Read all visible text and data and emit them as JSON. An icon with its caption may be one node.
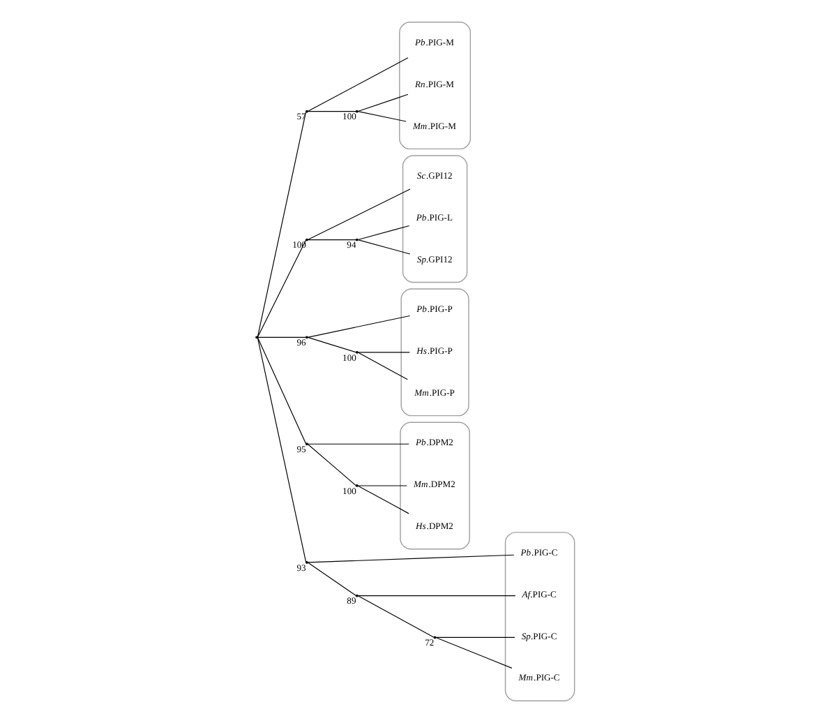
{
  "diagram": {
    "nodes": [
      {
        "text": [],
        "shape": "ellipse"
      },
      {
        "text": [
          "*Pb*.PIG-M"
        ],
        "in": 0
      },
      {
        "text": [
          "*Rn*.PIG-M"
        ],
        "in": 0
      },
      {
        "text": [
          "*Mm*.PIG-M"
        ],
        "in": 0
      },
      {
        "text": [],
        "shape": "ellipse"
      },
      {
        "text": [
          "*Sc*.GPI12"
        ],
        "in": 4
      },
      {
        "text": [
          "*Pb*.PIG-L"
        ],
        "in": 4
      },
      {
        "text": [
          "*Sp*.GPI12"
        ],
        "in": 4
      },
      {
        "text": [],
        "shape": "ellipse"
      },
      {
        "text": [
          "*Hs*.PIG-P"
        ],
        "in": 8
      },
      {
        "text": [
          "*Mm*.PIG-P"
        ],
        "in": 8
      },
      {
        "text": [
          "*Pb*.PIG-P"
        ],
        "in": 8
      },
      {
        "text": [],
        "shape": "ellipse"
      },
      {
        "text": [
          "*Pb*.PIG-C"
        ],
        "in": 12
      },
      {
        "text": [
          "*Af*.PIG-C"
        ],
        "in": 12
      },
      {
        "text": [
          "*Sp*.PIG-C"
        ],
        "in": 12
      },
      {
        "text": [
          "*Mm*.PIG-C"
        ],
        "in": 12
      },
      {
        "text": [],
        "shape": "ellipse"
      },
      {
        "text": [
          "*Mm*.DPM2"
        ],
        "in": 17
      },
      {
        "text": [
          "*Hs*.DPM2"
        ],
        "in": 17
      },
      {
        "text": [
          "*Pb*.DPM2"
        ],
        "in": 17
      },
      {
        "text": [],
        "shape": "point"
      },
      {
        "text": [],
        "shape": "point",
        "beside": [
          "100"
        ]
      },
      {
        "text": [],
        "shape": "point",
        "beside": [
          "57"
        ]
      },
      {
        "text": [],
        "shape": "point",
        "beside": [
          "100"
        ]
      },
      {
        "text": [],
        "shape": "point",
        "beside": [
          "94"
        ]
      },
      {
        "text": [],
        "shape": "point",
        "beside": [
          "100"
        ]
      },
      {
        "text": [],
        "shape": "point",
        "beside": [
          "96"
        ]
      },
      {
        "text": [],
        "shape": "point",
        "beside": [
          "95"
        ]
      },
      {
        "text": [],
        "shape": "point",
        "beside": [
          "100"
        ]
      },
      {
        "text": [],
        "shape": "point",
        "beside": [
          "93"
        ]
      },
      {
        "text": [],
        "shape": "point",
        "beside": [
          "89"
        ]
      },
      {
        "text": [],
        "shape": "point",
        "beside": [
          "72"
        ]
      }
    ],
    "edges": [
      {
        "from": 22,
        "to": 2,
        "arrow": "none"
      },
      {
        "from": 22,
        "to": 3,
        "arrow": "none"
      },
      {
        "from": 23,
        "to": 1,
        "arrow": "none"
      },
      {
        "from": 23,
        "to": 22,
        "arrow": "none"
      },
      {
        "from": 21,
        "to": 23,
        "arrow": "none"
      },
      {
        "from": 25,
        "to": 6,
        "arrow": "none"
      },
      {
        "from": 25,
        "to": 7,
        "arrow": "none"
      },
      {
        "from": 24,
        "to": 5,
        "arrow": "none"
      },
      {
        "from": 24,
        "to": 25,
        "arrow": "none"
      },
      {
        "from": 21,
        "to": 24,
        "arrow": "none"
      },
      {
        "from": 26,
        "to": 9,
        "arrow": "none"
      },
      {
        "from": 26,
        "to": 10,
        "arrow": "none"
      },
      {
        "from": 27,
        "to": 26,
        "arrow": "none"
      },
      {
        "from": 27,
        "to": 11,
        "arrow": "none"
      },
      {
        "from": 21,
        "to": 27,
        "arrow": "none"
      },
      {
        "from": 29,
        "to": 18,
        "arrow": "none"
      },
      {
        "from": 29,
        "to": 19,
        "arrow": "none"
      },
      {
        "from": 28,
        "to": 29,
        "arrow": "none"
      },
      {
        "from": 28,
        "to": 20,
        "arrow": "none"
      },
      {
        "from": 21,
        "to": 28,
        "arrow": "none"
      },
      {
        "from": 32,
        "to": 15,
        "arrow": "none"
      },
      {
        "from": 32,
        "to": 16,
        "arrow": "none"
      },
      {
        "from": 31,
        "to": 14,
        "arrow": "none"
      },
      {
        "from": 31,
        "to": 32,
        "arrow": "none"
      },
      {
        "from": 30,
        "to": 13,
        "arrow": "none"
      },
      {
        "from": 30,
        "to": 31,
        "arrow": "none"
      },
      {
        "from": 21,
        "to": 30,
        "arrow": "none"
      }
    ]
  }
}
